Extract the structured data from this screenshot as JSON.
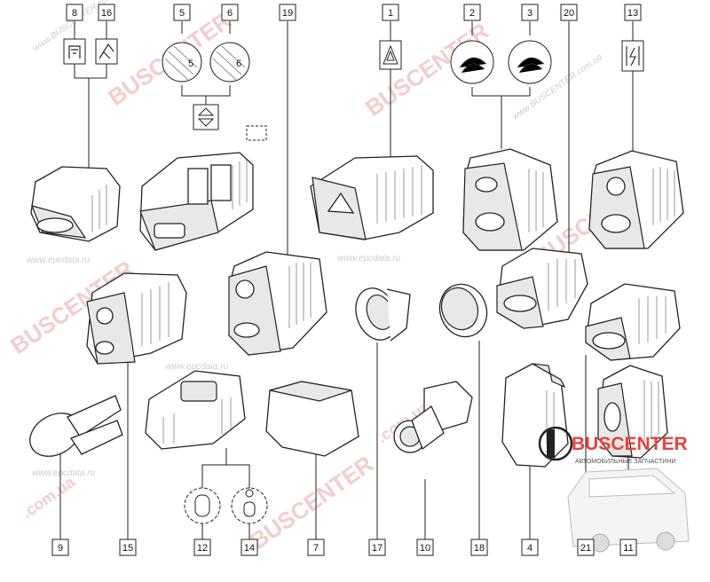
{
  "diagram": {
    "callouts": [
      {
        "id": "8",
        "label": "8"
      },
      {
        "id": "16",
        "label": "16"
      },
      {
        "id": "5",
        "label": "5"
      },
      {
        "id": "6",
        "label": "6"
      },
      {
        "id": "19",
        "label": "19"
      },
      {
        "id": "1",
        "label": "1"
      },
      {
        "id": "2",
        "label": "2"
      },
      {
        "id": "3",
        "label": "3"
      },
      {
        "id": "20",
        "label": "20"
      },
      {
        "id": "13",
        "label": "13"
      },
      {
        "id": "9",
        "label": "9"
      },
      {
        "id": "15",
        "label": "15"
      },
      {
        "id": "12",
        "label": "12"
      },
      {
        "id": "14",
        "label": "14"
      },
      {
        "id": "7",
        "label": "7"
      },
      {
        "id": "17",
        "label": "17"
      },
      {
        "id": "10",
        "label": "10"
      },
      {
        "id": "18",
        "label": "18"
      },
      {
        "id": "4",
        "label": "4"
      },
      {
        "id": "21",
        "label": "21"
      },
      {
        "id": "11",
        "label": "11"
      }
    ],
    "symbol_numbers": {
      "five": "5",
      "six": "6"
    },
    "watermarks": {
      "brand": "BUSCENTER",
      "site_ua": "www.BUSCENTER.com.ua",
      "epc": "www.epcdata.ru",
      "com_ua": ".com.ua"
    },
    "logo": {
      "name": "BUSCENTER",
      "tagline": "АВТОМОБИЛЬНЫЕ ЗАПЧАСТИНИ"
    },
    "colors": {
      "accent": "#e8423a",
      "line": "#222222",
      "watermark": "#e9a7a0"
    }
  }
}
